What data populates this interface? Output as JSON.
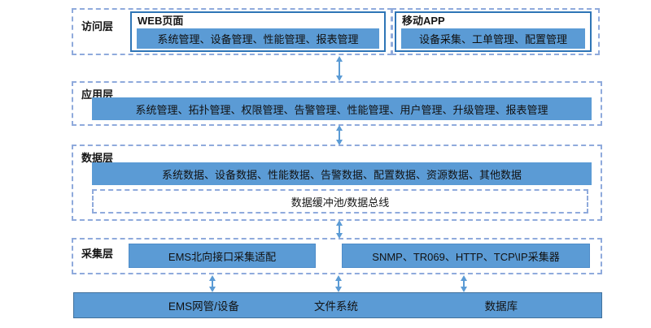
{
  "colors": {
    "bar_blue": "#5B9BD5",
    "solid_box_border": "#2E75B6",
    "dashed_border": "#8FAADC",
    "bottom_bar_border": "#41719C",
    "arrow": "#5B9BD5",
    "text": "#111111"
  },
  "layers": {
    "access": {
      "label": "访问层",
      "web": {
        "title": "WEB页面",
        "bar": "系统管理、设备管理、性能管理、报表管理"
      },
      "mobile": {
        "title": "移动APP",
        "bar": "设备采集、工单管理、配置管理"
      }
    },
    "application": {
      "label": "应用层",
      "bar": "系统管理、拓扑管理、权限管理、告警管理、性能管理、用户管理、升级管理、报表管理"
    },
    "data": {
      "label": "数据层",
      "bar": "系统数据、设备数据、性能数据、告警数据、配置数据、资源数据、其他数据",
      "buffer": "数据缓冲池/数据总线"
    },
    "collection": {
      "label": "采集层",
      "ems_box": "EMS北向接口采集适配",
      "protocol_box": "SNMP、TR069、HTTP、TCP\\IP采集器"
    },
    "bottom": {
      "items": [
        "EMS网管/设备",
        "文件系统",
        "数据库"
      ]
    }
  }
}
